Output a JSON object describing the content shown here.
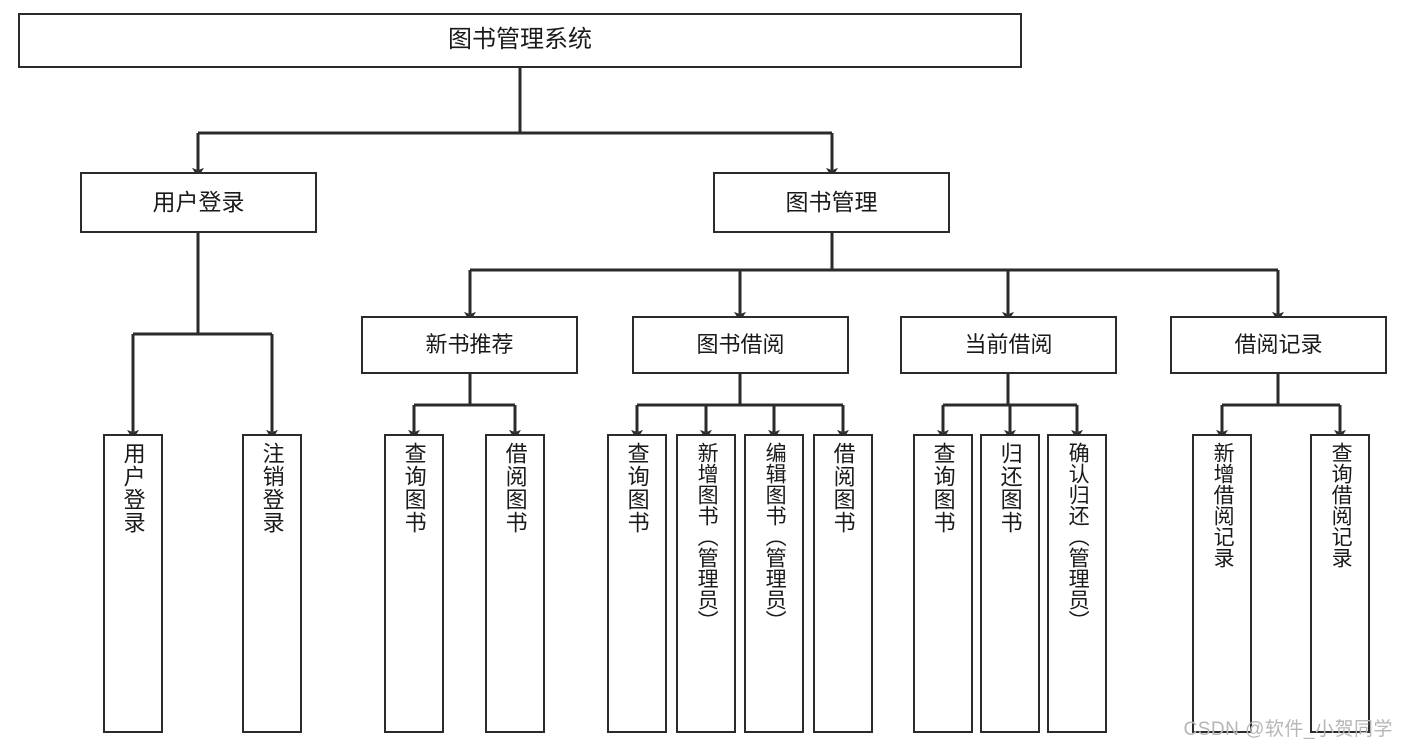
{
  "diagram": {
    "title": "图书管理系统",
    "type": "tree-hierarchy",
    "watermark": "CSDN @软件_小贺同学",
    "colors": {
      "box_border": "#2b2b2b",
      "box_fill": "#ffffff",
      "edge": "#2b2b2b",
      "text": "#1a1a1a",
      "watermark": "#b6b6b6",
      "background": "#ffffff"
    },
    "levels": {
      "root": "图书管理系统",
      "level1": [
        "用户登录",
        "图书管理"
      ],
      "level2": [
        "新书推荐",
        "图书借阅",
        "当前借阅",
        "借阅记录"
      ],
      "leaves": [
        "用户登录",
        "注销登录",
        "查询图书",
        "借阅图书",
        "查询图书",
        "新增图书（管理员）",
        "编辑图书（管理员）",
        "借阅图书",
        "查询图书",
        "归还图书",
        "确认归还（管理员）",
        "新增借阅记录",
        "查询借阅记录"
      ]
    },
    "nodes": {
      "root": {
        "label": "图书管理系统"
      },
      "user_login": {
        "label": "用户登录"
      },
      "book_manage": {
        "label": "图书管理"
      },
      "new_book_rec": {
        "label": "新书推荐"
      },
      "book_borrow": {
        "label": "图书借阅"
      },
      "current_borrow": {
        "label": "当前借阅"
      },
      "borrow_record": {
        "label": "借阅记录"
      },
      "leaf_user_login": {
        "label": "用户登录"
      },
      "leaf_logout": {
        "label": "注销登录"
      },
      "leaf_query_book_1": {
        "label": "查询图书"
      },
      "leaf_borrow_book_1": {
        "label": "借阅图书"
      },
      "leaf_query_book_2": {
        "label": "查询图书"
      },
      "leaf_add_book": {
        "label": "新增图书（管理员）"
      },
      "leaf_edit_book": {
        "label": "编辑图书（管理员）"
      },
      "leaf_borrow_book_2": {
        "label": "借阅图书"
      },
      "leaf_query_book_3": {
        "label": "查询图书"
      },
      "leaf_return_book": {
        "label": "归还图书"
      },
      "leaf_confirm_return": {
        "label": "确认归还（管理员）"
      },
      "leaf_add_record": {
        "label": "新增借阅记录"
      },
      "leaf_query_record": {
        "label": "查询借阅记录"
      }
    },
    "edges": [
      {
        "from": "root",
        "to": "user_login"
      },
      {
        "from": "root",
        "to": "book_manage"
      },
      {
        "from": "user_login",
        "to": "leaf_user_login"
      },
      {
        "from": "user_login",
        "to": "leaf_logout"
      },
      {
        "from": "book_manage",
        "to": "new_book_rec"
      },
      {
        "from": "book_manage",
        "to": "book_borrow"
      },
      {
        "from": "book_manage",
        "to": "current_borrow"
      },
      {
        "from": "book_manage",
        "to": "borrow_record"
      },
      {
        "from": "new_book_rec",
        "to": "leaf_query_book_1"
      },
      {
        "from": "new_book_rec",
        "to": "leaf_borrow_book_1"
      },
      {
        "from": "book_borrow",
        "to": "leaf_query_book_2"
      },
      {
        "from": "book_borrow",
        "to": "leaf_add_book"
      },
      {
        "from": "book_borrow",
        "to": "leaf_edit_book"
      },
      {
        "from": "book_borrow",
        "to": "leaf_borrow_book_2"
      },
      {
        "from": "current_borrow",
        "to": "leaf_query_book_3"
      },
      {
        "from": "current_borrow",
        "to": "leaf_return_book"
      },
      {
        "from": "current_borrow",
        "to": "leaf_confirm_return"
      },
      {
        "from": "borrow_record",
        "to": "leaf_add_record"
      },
      {
        "from": "borrow_record",
        "to": "leaf_query_record"
      }
    ]
  }
}
